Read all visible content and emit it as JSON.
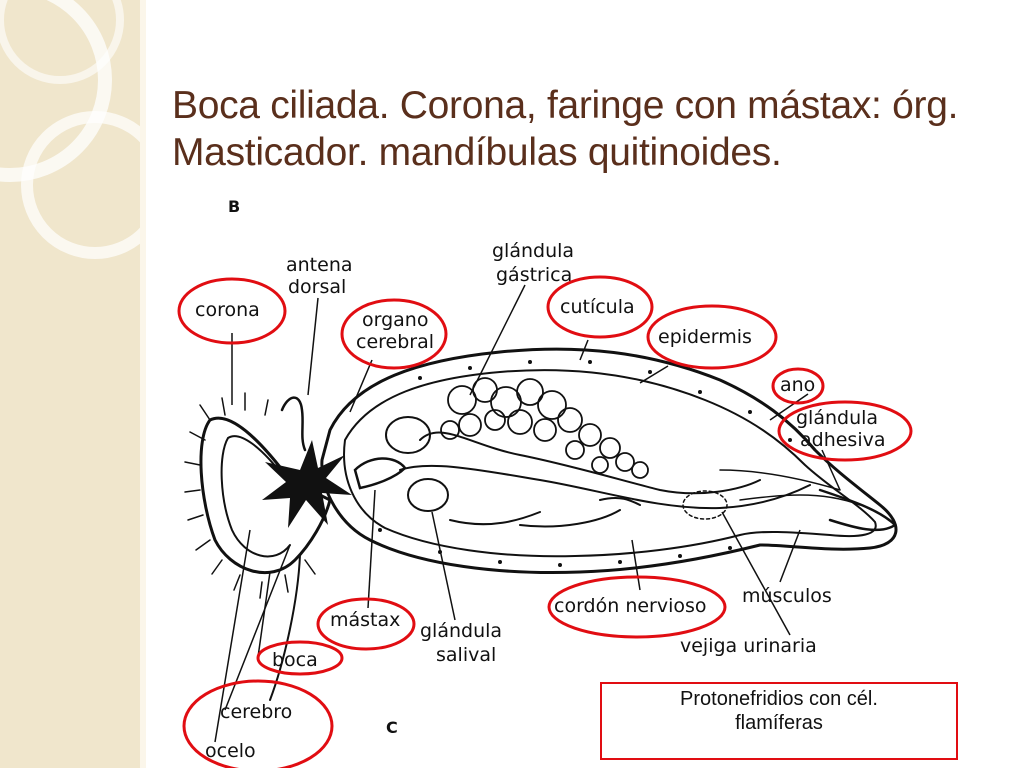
{
  "slide": {
    "title_line1": "Boca ciliada. Corona, faringe con mástax: órg.",
    "title_line2": "Masticador. mandíbulas quitinoides."
  },
  "diagram": {
    "panel_b": "B",
    "panel_c": "C",
    "labels": {
      "corona": "corona",
      "antena_line1": "antena",
      "antena_line2": "dorsal",
      "organo_line1": "organo",
      "organo_line2": "cerebral",
      "glandula_gastrica_line1": "glándula",
      "glandula_gastrica_line2": "gástrica",
      "cuticula": "cutícula",
      "epidermis": "epidermis",
      "ano": "ano",
      "glandula_adhesiva_line1": "glándula",
      "glandula_adhesiva_line2": "adhesiva",
      "mastax": "mástax",
      "glandula_salival_line1": "glándula",
      "glandula_salival_line2": "salival",
      "boca": "boca",
      "cordon_nervioso": "cordón nervioso",
      "musculos": "músculos",
      "vejiga_urinaria": "vejiga urinaria",
      "cerebro": "cerebro",
      "ocelo": "ocelo"
    }
  },
  "note": {
    "line1": "Protonefridios con cél.",
    "line2": "flamíferas"
  },
  "colors": {
    "highlight": "#e10d12",
    "title": "#5a2f1c",
    "side_band": "#f0e6cc"
  }
}
